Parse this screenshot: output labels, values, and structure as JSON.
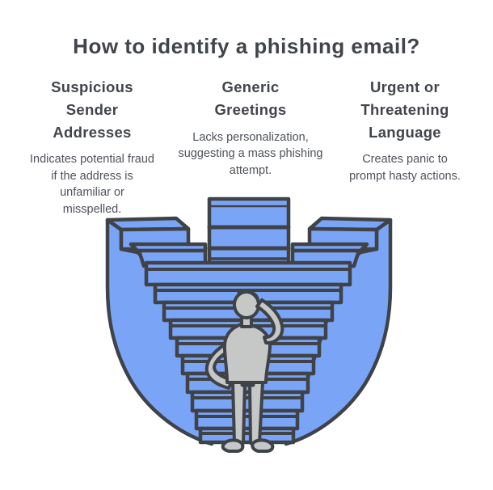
{
  "title": "How to identify a phishing email?",
  "columns": [
    {
      "id": "suspicious-sender-addresses",
      "heading": "Suspicious Sender Addresses",
      "body": "Indicates potential fraud if the address is unfamiliar or misspelled."
    },
    {
      "id": "generic-greetings",
      "heading": "Generic Greetings",
      "body": "Lacks personalization, suggesting a mass phishing attempt."
    },
    {
      "id": "urgent-threatening-language",
      "heading": "Urgent or Threatening Language",
      "body": "Creates panic to prompt hasty actions."
    }
  ],
  "illustration": {
    "alt": "Confused person scratching their head at the bottom of a funnel-shaped maze of staircases",
    "colors": {
      "stairs": "#7aa5f7",
      "outline": "#3f4247",
      "person": "#c6c7c7",
      "background": "#ffffff",
      "heading_text": "#41454b",
      "body_text": "#4e525a"
    }
  }
}
